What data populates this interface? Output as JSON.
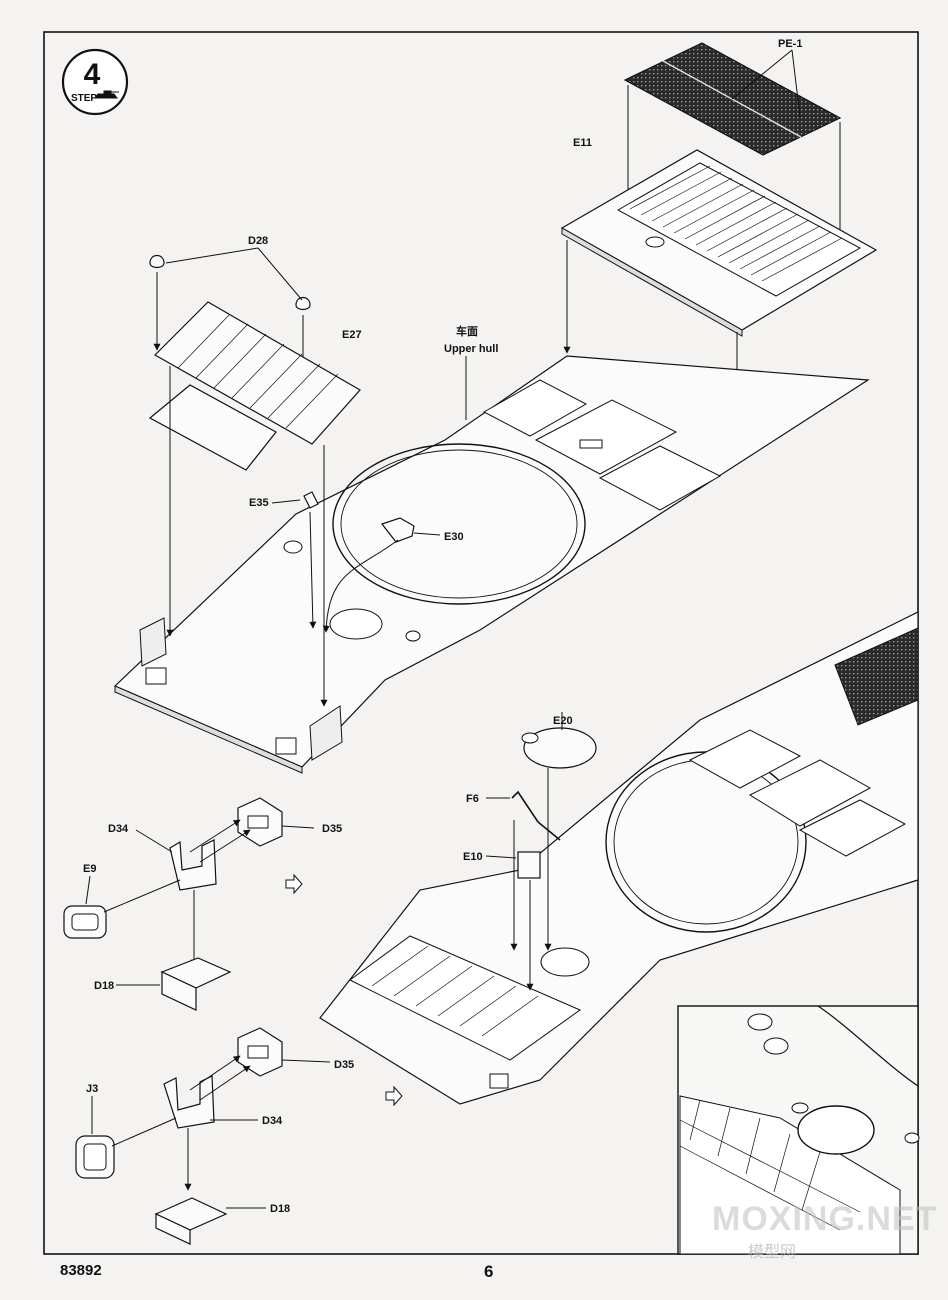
{
  "step": {
    "number": "4",
    "word": "STEP"
  },
  "labels": {
    "pe1": "PE-1",
    "e11": "E11",
    "d28": "D28",
    "e27": "E27",
    "upper_hull_cn": "车面",
    "upper_hull_en": "Upper hull",
    "e35": "E35",
    "e30": "E30",
    "e20": "E20",
    "f6": "F6",
    "e10": "E10",
    "d34_a": "D34",
    "d35_a": "D35",
    "e9": "E9",
    "d18_a": "D18",
    "d35_b": "D35",
    "j3": "J3",
    "d34_b": "D34",
    "d18_b": "D18"
  },
  "footer": {
    "code": "83892",
    "page": "6"
  },
  "watermark": {
    "main": "MOXING.NET",
    "sub": "模型网"
  },
  "colors": {
    "ink": "#111111",
    "paper": "#f4f3f1",
    "mesh": "#2a2a2a"
  }
}
